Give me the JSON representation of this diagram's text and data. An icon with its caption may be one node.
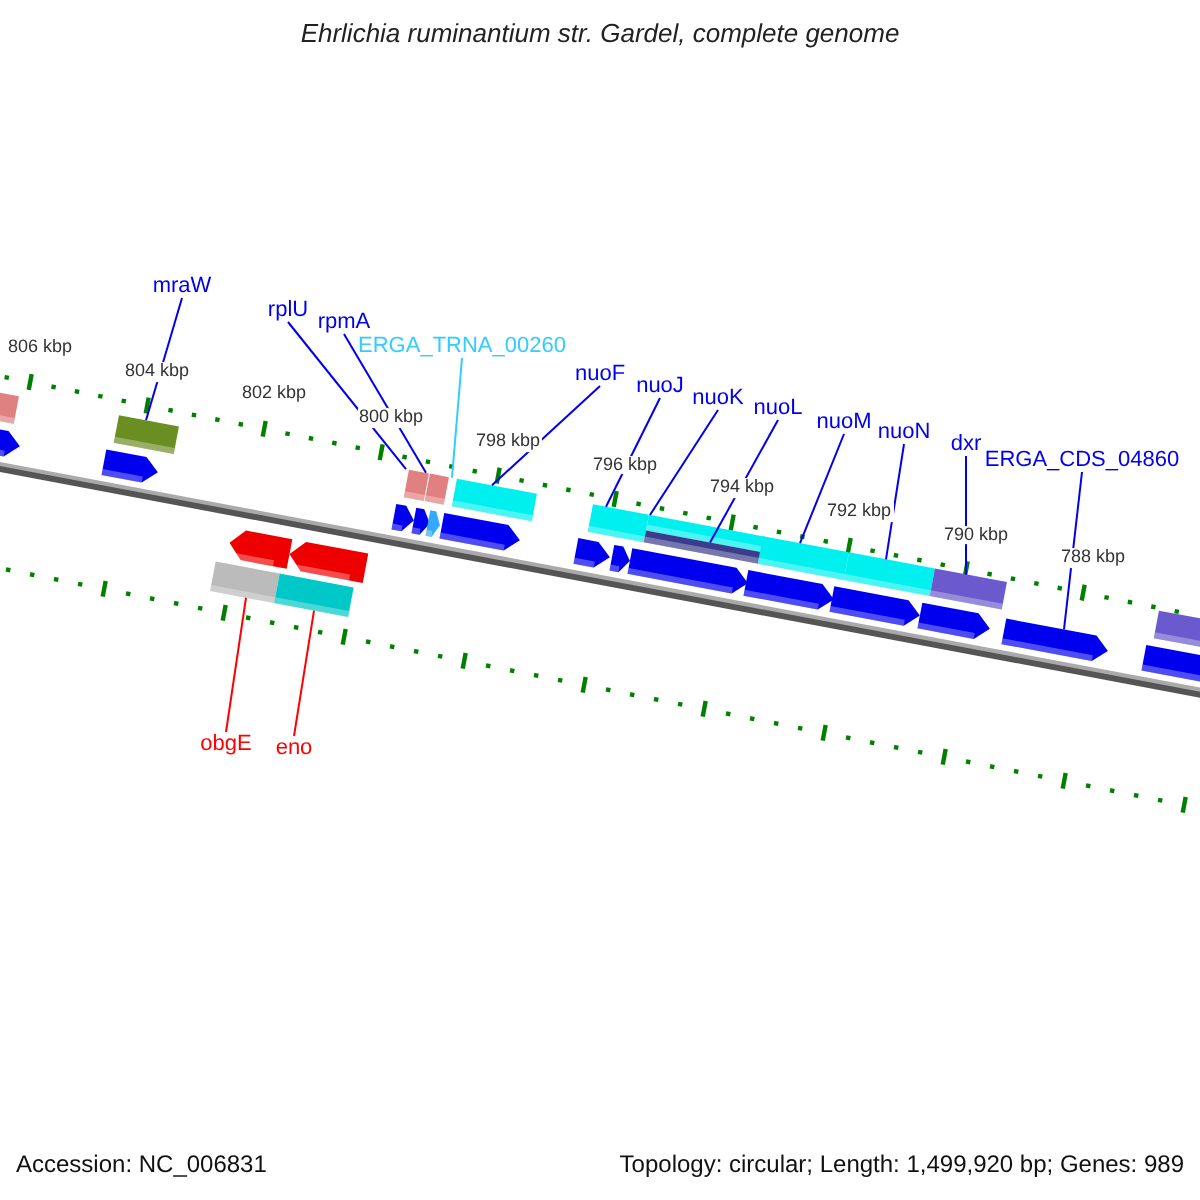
{
  "diagram": {
    "title": "Ehrlichia ruminantium str. Gardel, complete genome",
    "nodes": [
      {
        "text": [
          "mraW"
        ]
      },
      {
        "text": [
          "rplU"
        ]
      },
      {
        "text": [
          "rpmA"
        ]
      },
      {
        "text": [
          "ERGA_TRNA_00260"
        ]
      },
      {
        "text": [
          "nuoF"
        ]
      },
      {
        "text": [
          "nuoJ"
        ]
      },
      {
        "text": [
          "nuoK"
        ]
      },
      {
        "text": [
          "nuoL"
        ]
      },
      {
        "text": [
          "nuoM"
        ]
      },
      {
        "text": [
          "nuoN"
        ]
      },
      {
        "text": [
          "dxr"
        ]
      },
      {
        "text": [
          "ERGA_CDS_04860"
        ]
      },
      {
        "text": [
          "obgE"
        ]
      },
      {
        "text": [
          "eno"
        ]
      },
      {
        "text": [],
        "shape": "pentagon"
      },
      {
        "text": [],
        "shape": "bar"
      },
      {
        "text": [],
        "shape": "pentagon"
      },
      {
        "text": [],
        "shape": "bar"
      },
      {
        "text": [],
        "shape": "bar"
      },
      {
        "text": [],
        "shape": "pentagon"
      },
      {
        "text": [],
        "shape": "bar"
      },
      {
        "text": [],
        "shape": "pentagon"
      },
      {
        "text": [],
        "shape": "pentagon"
      },
      {
        "text": [],
        "shape": "bar"
      },
      {
        "text": [],
        "shape": "pentagon"
      },
      {
        "text": [],
        "shape": "bar"
      },
      {
        "text": [],
        "shape": "pentagon"
      },
      {
        "text": [],
        "shape": "pentagon"
      },
      {
        "text": [],
        "shape": "bar"
      },
      {
        "text": [],
        "shape": "pentagon"
      },
      {
        "text": [],
        "shape": "bar"
      },
      {
        "text": [],
        "shape": "pentagon"
      },
      {
        "text": [],
        "shape": "pentagon"
      },
      {
        "text": [],
        "shape": "bar"
      },
      {
        "text": [],
        "shape": "bar"
      },
      {
        "text": [],
        "shape": "pentagon"
      },
      {
        "text": [],
        "shape": "bar"
      },
      {
        "text": [],
        "shape": "pentagon"
      },
      {
        "text": [],
        "shape": "bar"
      },
      {
        "text": [],
        "shape": "pentagon"
      },
      {
        "text": [],
        "shape": "bar"
      },
      {
        "text": [],
        "shape": "pentagon"
      },
      {
        "text": [],
        "shape": "pentagon"
      },
      {
        "text": [],
        "shape": "bar"
      }
    ],
    "edges": [
      {
        "from": 0,
        "to": 17,
        "arrow": "none"
      },
      {
        "from": 1,
        "to": 23,
        "arrow": "none"
      },
      {
        "from": 2,
        "to": 25,
        "arrow": "none"
      },
      {
        "from": 3,
        "to": 28,
        "arrow": "none",
        "color": "#33ccff"
      },
      {
        "from": 4,
        "to": 28,
        "arrow": "none"
      },
      {
        "from": 5,
        "to": 30,
        "arrow": "none"
      },
      {
        "from": 6,
        "to": 33,
        "arrow": "none"
      },
      {
        "from": 7,
        "to": 34,
        "arrow": "none"
      },
      {
        "from": 8,
        "to": 36,
        "arrow": "none"
      },
      {
        "from": 9,
        "to": 38,
        "arrow": "none"
      },
      {
        "from": 10,
        "to": 40,
        "arrow": "none"
      },
      {
        "from": 11,
        "to": 41,
        "arrow": "none"
      },
      {
        "from": 12,
        "to": 18,
        "arrow": "none",
        "color": "#ff0000"
      },
      {
        "from": 13,
        "to": 20,
        "arrow": "none",
        "color": "#ff0000"
      }
    ],
    "labels": [
      "806 kbp",
      "804 kbp",
      "802 kbp",
      "800 kbp",
      "798 kbp",
      "796 kbp",
      "794 kbp",
      "792 kbp",
      "790 kbp",
      "788 kbp",
      "Accession: NC_006831",
      "Topology: circular; Length: 1,499,920 bp; Genes: 989"
    ]
  }
}
